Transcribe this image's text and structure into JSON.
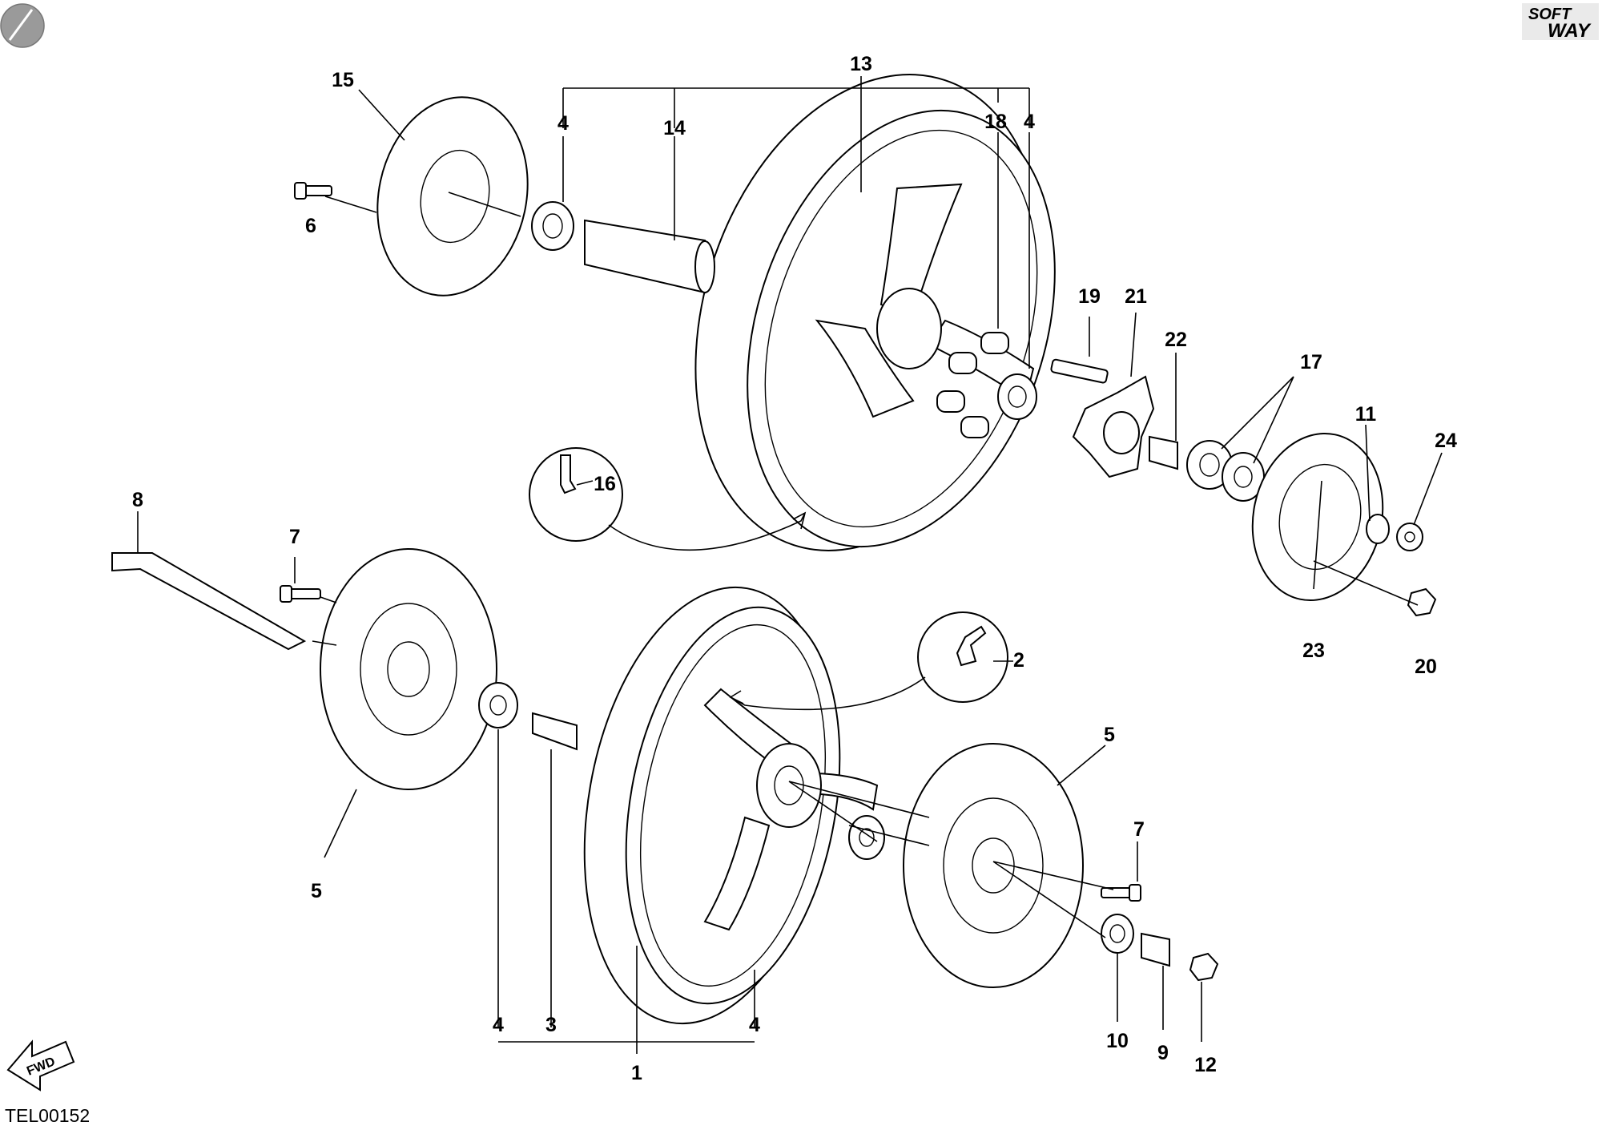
{
  "drawing_code": "TEL00152",
  "fwd_label": "FWD",
  "brand": {
    "line1": "SOFT",
    "line2": "WAY"
  },
  "callouts": {
    "c1": "1",
    "c2": "2",
    "c3": "3",
    "c4a": "4",
    "c4b": "4",
    "c4c": "4",
    "c4d": "4",
    "c5a": "5",
    "c5b": "5",
    "c6": "6",
    "c7a": "7",
    "c7b": "7",
    "c8": "8",
    "c9": "9",
    "c10": "10",
    "c11": "11",
    "c12": "12",
    "c13": "13",
    "c14": "14",
    "c15": "15",
    "c16": "16",
    "c17": "17",
    "c18": "18",
    "c19": "19",
    "c20": "20",
    "c21": "21",
    "c22": "22",
    "c23": "23",
    "c24": "24"
  }
}
